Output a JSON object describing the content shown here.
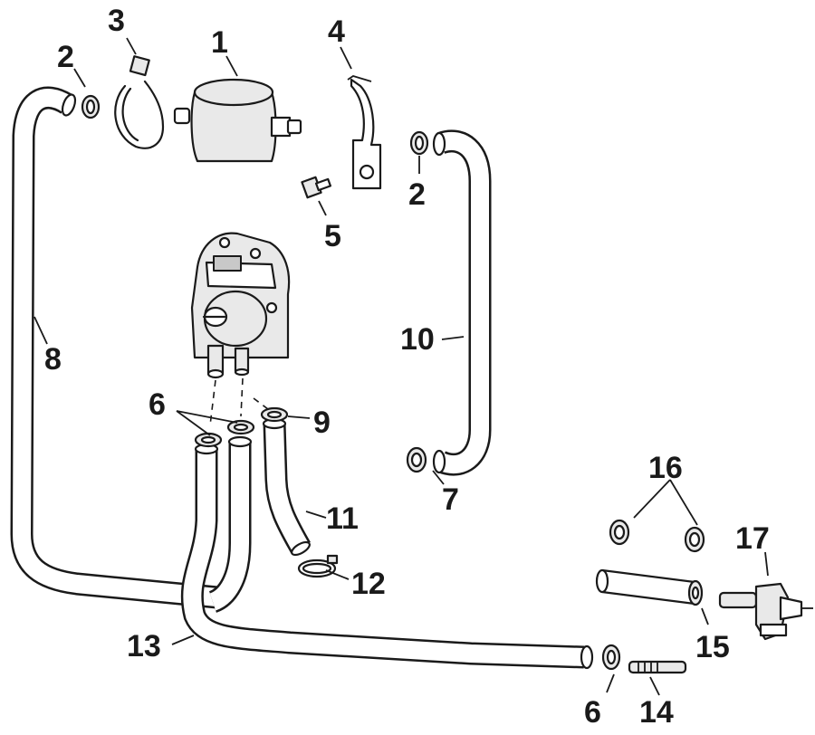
{
  "diagram": {
    "callouts": [
      {
        "id": "1",
        "text": "1"
      },
      {
        "id": "2a",
        "text": "2"
      },
      {
        "id": "2b",
        "text": "2"
      },
      {
        "id": "3",
        "text": "3"
      },
      {
        "id": "4",
        "text": "4"
      },
      {
        "id": "5",
        "text": "5"
      },
      {
        "id": "6a",
        "text": "6"
      },
      {
        "id": "6b",
        "text": "6"
      },
      {
        "id": "7",
        "text": "7"
      },
      {
        "id": "8",
        "text": "8"
      },
      {
        "id": "9",
        "text": "9"
      },
      {
        "id": "10",
        "text": "10"
      },
      {
        "id": "11",
        "text": "11"
      },
      {
        "id": "12",
        "text": "12"
      },
      {
        "id": "13",
        "text": "13"
      },
      {
        "id": "14",
        "text": "14"
      },
      {
        "id": "15",
        "text": "15"
      },
      {
        "id": "16",
        "text": "16"
      },
      {
        "id": "17",
        "text": "17"
      }
    ]
  }
}
